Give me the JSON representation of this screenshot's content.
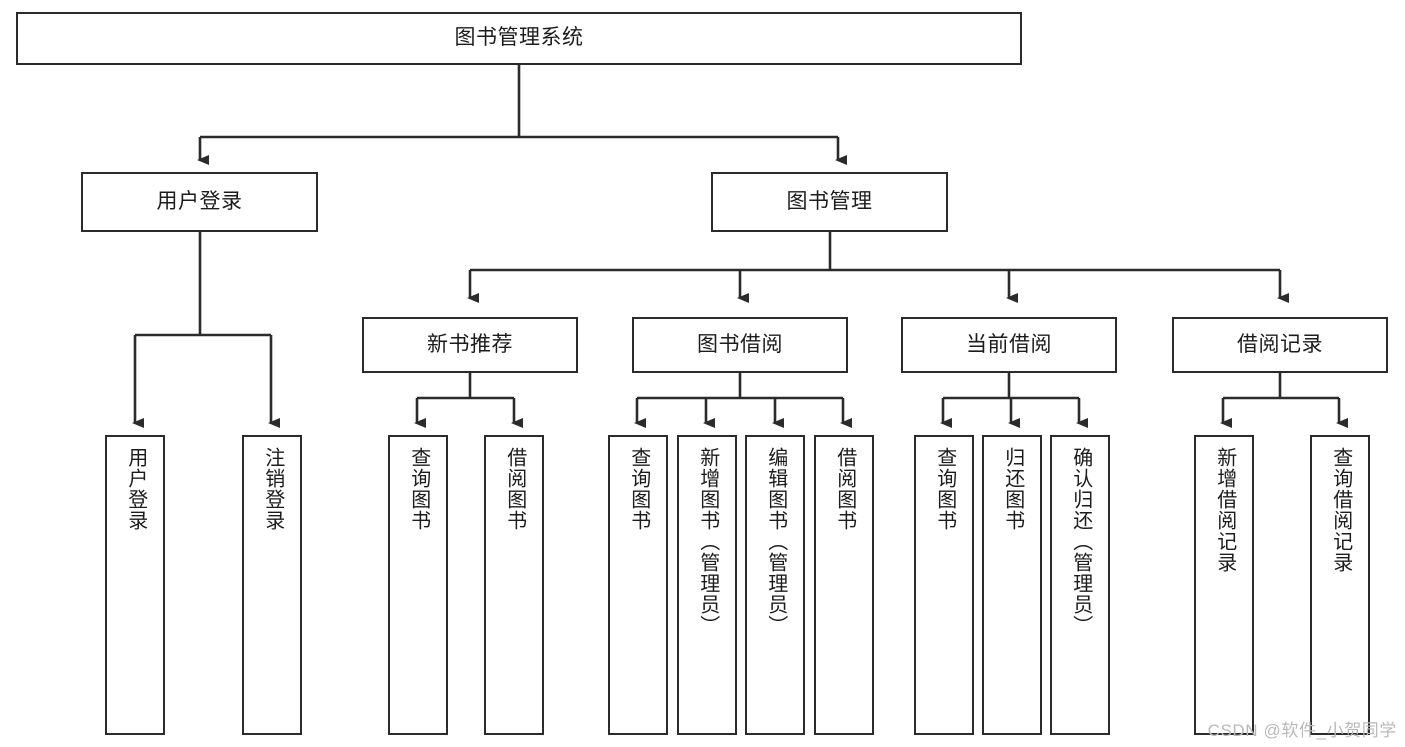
{
  "diagram": {
    "title": "图书管理系统",
    "type": "hierarchy-tree",
    "watermark": "CSDN @软件_小贺同学",
    "colors": {
      "background": "#ffffff",
      "box_border": "#2b2b2b",
      "box_fill": "#ffffff",
      "text": "#1c1c1c",
      "connector": "#2b2b2b",
      "watermark": "#b9b9b9"
    },
    "levels": {
      "root": {
        "label": "图书管理系统"
      },
      "level2": [
        {
          "label": "用户登录"
        },
        {
          "label": "图书管理"
        }
      ],
      "level3": [
        {
          "label": "新书推荐"
        },
        {
          "label": "图书借阅"
        },
        {
          "label": "当前借阅"
        },
        {
          "label": "借阅记录"
        }
      ],
      "leaves": {
        "user_login": [
          {
            "label": "用户登录"
          },
          {
            "label": "注销登录"
          }
        ],
        "new_book": [
          {
            "label": "查询图书"
          },
          {
            "label": "借阅图书"
          }
        ],
        "book_borrow": [
          {
            "label": "查询图书"
          },
          {
            "label": "新增图书（管理员）"
          },
          {
            "label": "编辑图书（管理员）"
          },
          {
            "label": "借阅图书"
          }
        ],
        "current_borrow": [
          {
            "label": "查询图书"
          },
          {
            "label": "归还图书"
          },
          {
            "label": "确认归还（管理员）"
          }
        ],
        "borrow_record": [
          {
            "label": "新增借阅记录"
          },
          {
            "label": "查询借阅记录"
          }
        ]
      }
    }
  }
}
